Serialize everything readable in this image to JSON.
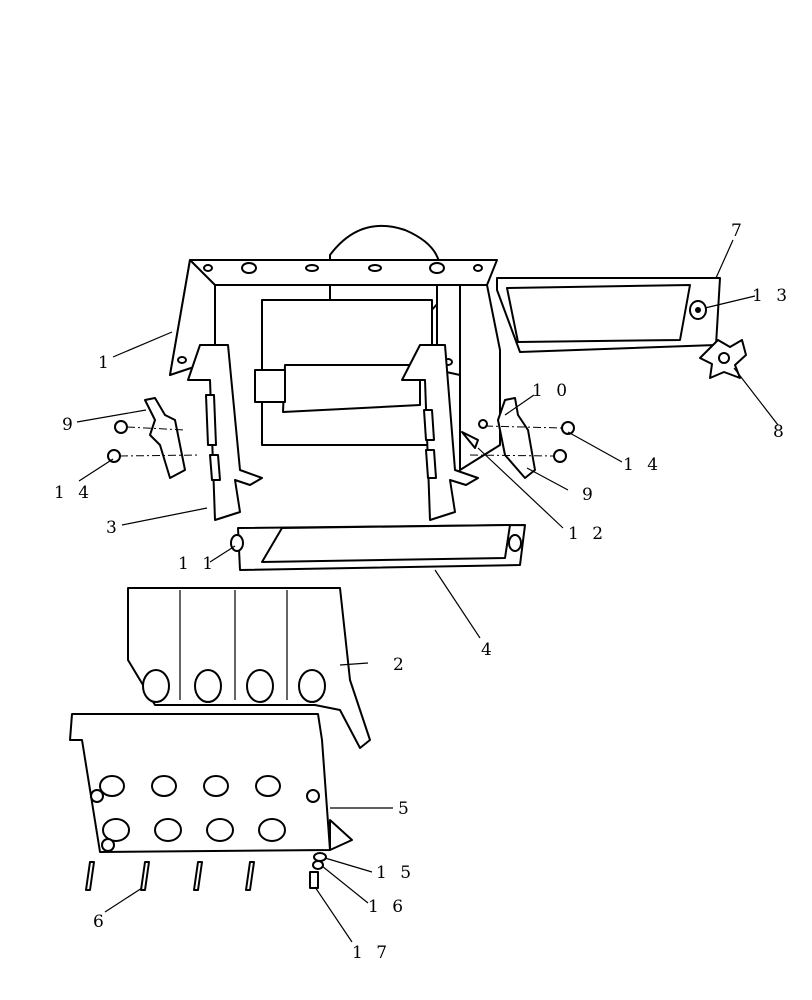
{
  "diagram": {
    "callouts": [
      {
        "id": "c1",
        "label": "1"
      },
      {
        "id": "c2",
        "label": "2"
      },
      {
        "id": "c3",
        "label": "3"
      },
      {
        "id": "c4",
        "label": "4"
      },
      {
        "id": "c5",
        "label": "5"
      },
      {
        "id": "c6",
        "label": "6"
      },
      {
        "id": "c7",
        "label": "7"
      },
      {
        "id": "c8",
        "label": "8"
      },
      {
        "id": "c9a",
        "label": "9"
      },
      {
        "id": "c9b",
        "label": "9"
      },
      {
        "id": "c10",
        "label": "1 0"
      },
      {
        "id": "c11",
        "label": "1 1"
      },
      {
        "id": "c12",
        "label": "1 2"
      },
      {
        "id": "c13",
        "label": "1 3"
      },
      {
        "id": "c14a",
        "label": "1 4"
      },
      {
        "id": "c14b",
        "label": "1 4"
      },
      {
        "id": "c15",
        "label": "1 5"
      },
      {
        "id": "c16",
        "label": "1 6"
      },
      {
        "id": "c17",
        "label": "1 7"
      }
    ]
  }
}
